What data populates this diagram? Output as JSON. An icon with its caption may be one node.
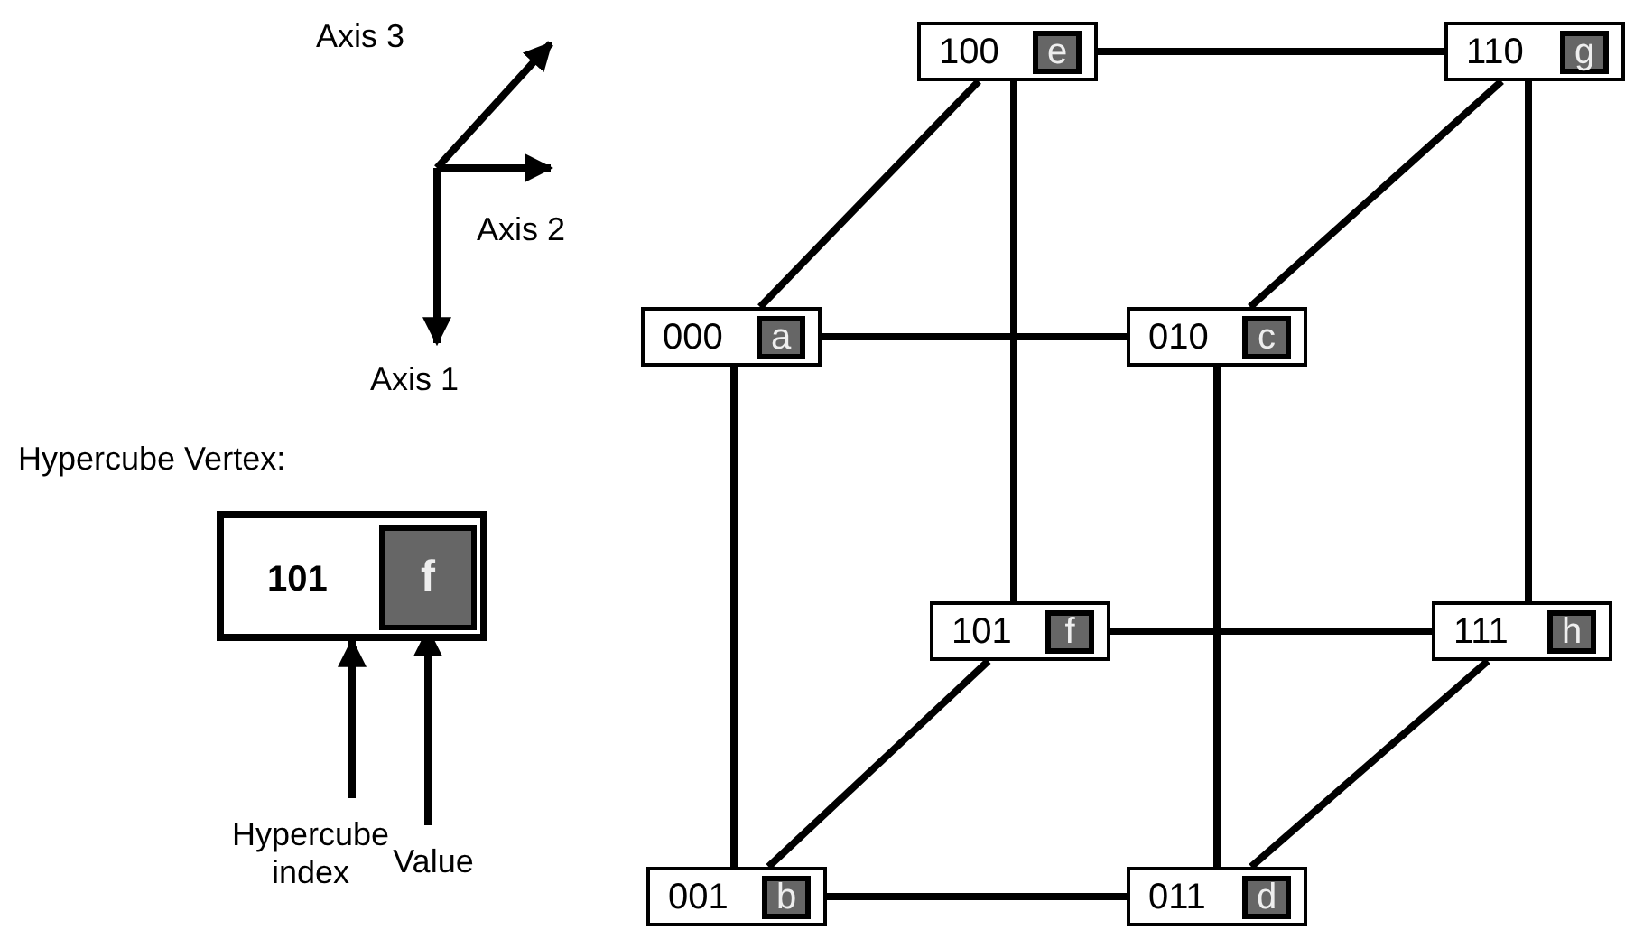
{
  "diagram": {
    "nodes": [
      {
        "text": [
          "100"
        ]
      },
      {
        "text": [
          "e"
        ],
        "in": 0
      },
      {
        "text": [
          "110"
        ]
      },
      {
        "text": [
          "g"
        ],
        "in": 2
      },
      {
        "text": [
          "000"
        ]
      },
      {
        "text": [
          "a"
        ],
        "in": 4
      },
      {
        "text": [
          "010"
        ]
      },
      {
        "text": [
          "c"
        ],
        "in": 6
      },
      {
        "text": [
          "101"
        ]
      },
      {
        "text": [
          "f"
        ],
        "in": 8
      },
      {
        "text": [
          "101"
        ]
      },
      {
        "text": [
          "f"
        ],
        "in": 10
      },
      {
        "text": [
          "111"
        ]
      },
      {
        "text": [
          "h"
        ],
        "in": 12
      },
      {
        "text": [
          "Hypercube index"
        ]
      },
      {
        "text": [
          "Value"
        ]
      },
      {
        "text": [
          "001"
        ]
      },
      {
        "text": [
          "b"
        ],
        "in": 16
      },
      {
        "text": [
          "011"
        ]
      },
      {
        "text": [
          "d"
        ],
        "in": 18
      }
    ],
    "edges": [
      {
        "from": 0,
        "to": 2,
        "arrow": "none"
      },
      {
        "from": 0,
        "to": 4,
        "arrow": "none"
      },
      {
        "from": 0,
        "to": 10,
        "arrow": "none"
      },
      {
        "from": 2,
        "to": 6,
        "arrow": "none"
      },
      {
        "from": 2,
        "to": 12,
        "arrow": "none"
      },
      {
        "from": 4,
        "to": 6,
        "arrow": "none"
      },
      {
        "from": 4,
        "to": 16,
        "arrow": "none"
      },
      {
        "from": 6,
        "to": 18,
        "arrow": "none"
      },
      {
        "from": 10,
        "to": 12,
        "arrow": "none"
      },
      {
        "from": 10,
        "to": 16,
        "arrow": "none"
      },
      {
        "from": 12,
        "to": 18,
        "arrow": "none"
      },
      {
        "from": 16,
        "to": 18,
        "arrow": "none"
      },
      {
        "from": 14,
        "to": 8,
        "arrow": "to"
      },
      {
        "from": 15,
        "to": 9,
        "arrow": "to"
      }
    ],
    "labels": [
      "Axis 3",
      "Axis 2",
      "Axis 1",
      "Hypercube Vertex:"
    ]
  }
}
